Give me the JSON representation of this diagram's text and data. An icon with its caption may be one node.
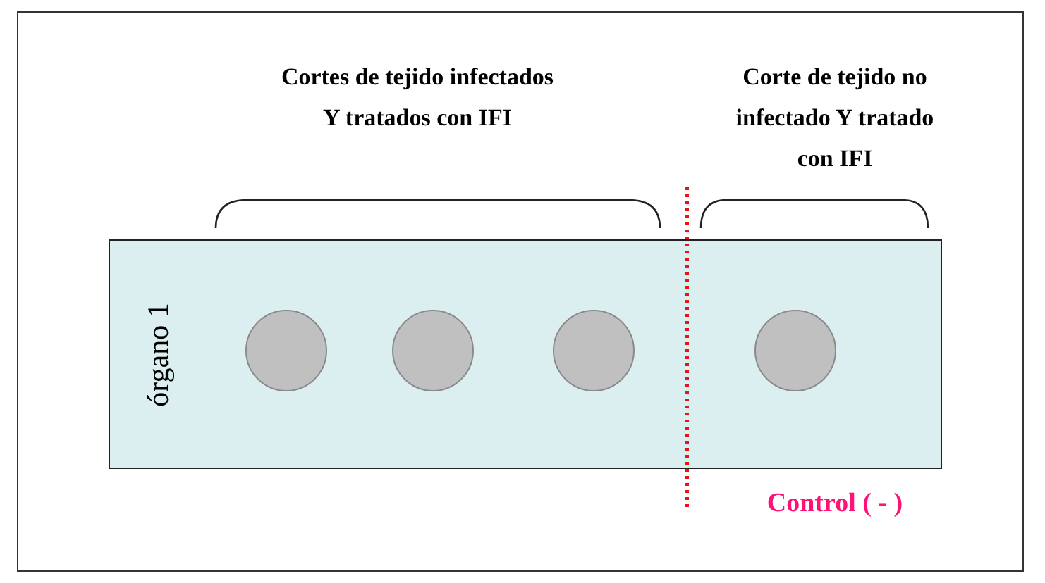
{
  "diagram": {
    "nodes": [
      {
        "text": [
          "órgano 1"
        ]
      },
      {
        "text": [],
        "shape": "circle",
        "in": 0
      },
      {
        "text": [],
        "shape": "circle",
        "in": 0
      },
      {
        "text": [],
        "shape": "circle",
        "in": 0
      },
      {
        "text": [],
        "shape": "circle",
        "in": 0
      }
    ],
    "labels": [
      "Cortes de tejido infectados Y tratados con IFI",
      "Corte de tejido no infectado Y tratado con IFI",
      "Control ( - )"
    ]
  }
}
